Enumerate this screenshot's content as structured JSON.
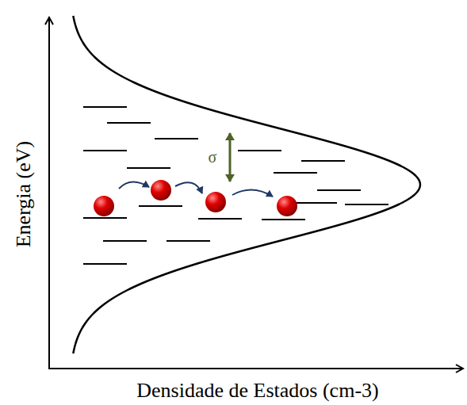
{
  "diagram": {
    "labels": [
      "Energia (eV)",
      "σ",
      "Densidade de Estados (cm-3)"
    ]
  }
}
